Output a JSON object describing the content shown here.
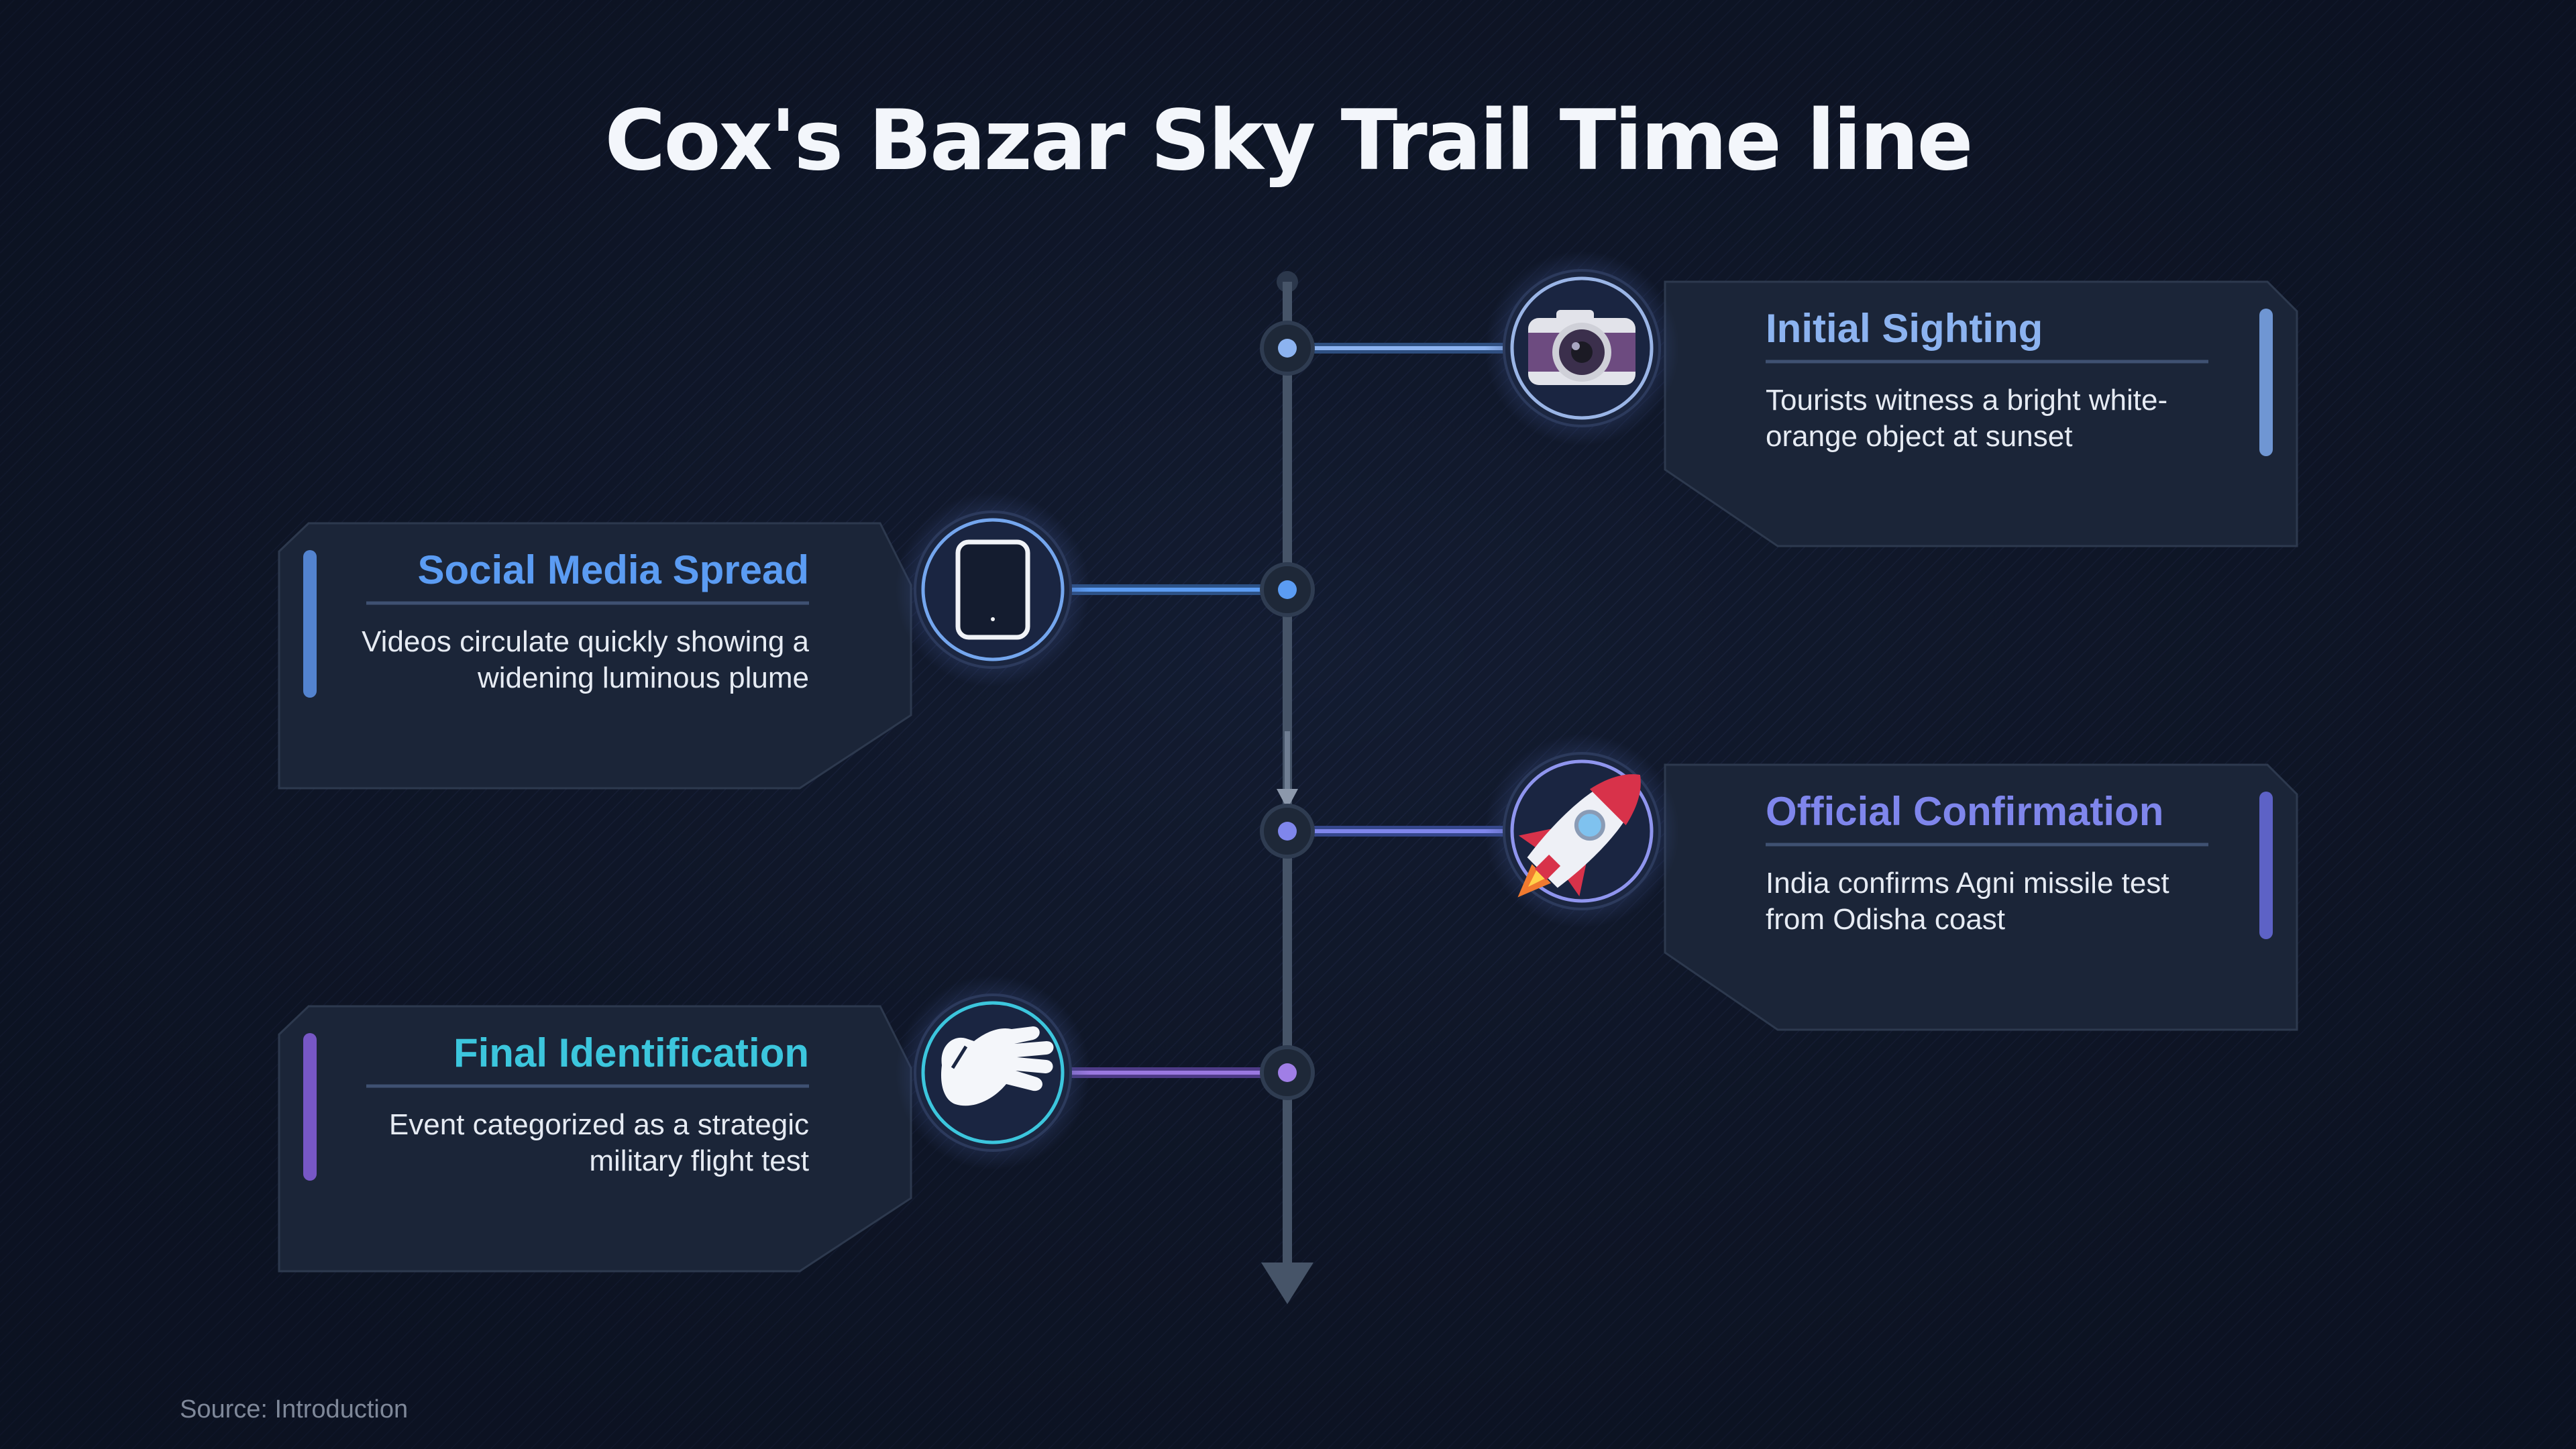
{
  "title": "Cox's Bazar Sky Trail Time line",
  "source": "Source: Introduction",
  "colors": {
    "background": "#131c31",
    "card": "#1b2538",
    "axis": "#465468",
    "sighting": "#8cb3f0",
    "social": "#5b9cf3",
    "official": "#7f86ec",
    "final": "#3cc6dd",
    "final_connector": "#9a78e0"
  },
  "events": [
    {
      "title": "Initial Sighting",
      "description": "Tourists witness a bright white-orange object at sunset",
      "icon": "camera-icon",
      "side": "right"
    },
    {
      "title": "Social Media Spread",
      "description": "Videos circulate quickly showing a widening luminous plume",
      "icon": "smartphone-icon",
      "side": "left"
    },
    {
      "title": "Official Confirmation",
      "description": "India confirms Agni missile test from Odisha coast",
      "icon": "rocket-icon",
      "side": "right"
    },
    {
      "title": "Final Identification",
      "description": "Event categorized as a strategic military flight test",
      "icon": "hand-icon",
      "side": "left"
    }
  ]
}
